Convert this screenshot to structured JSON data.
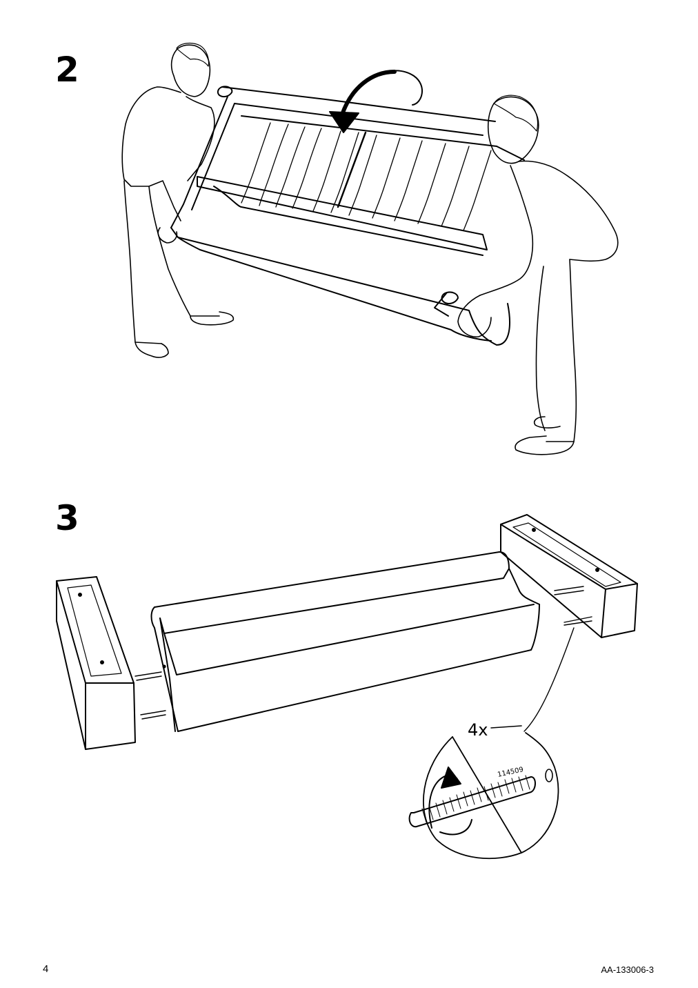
{
  "steps": [
    {
      "number": "2"
    },
    {
      "number": "3"
    }
  ],
  "callout": {
    "quantity": "4x",
    "part_number": "114509"
  },
  "footer": {
    "page_number": "4",
    "document_code": "AA-133006-3"
  }
}
